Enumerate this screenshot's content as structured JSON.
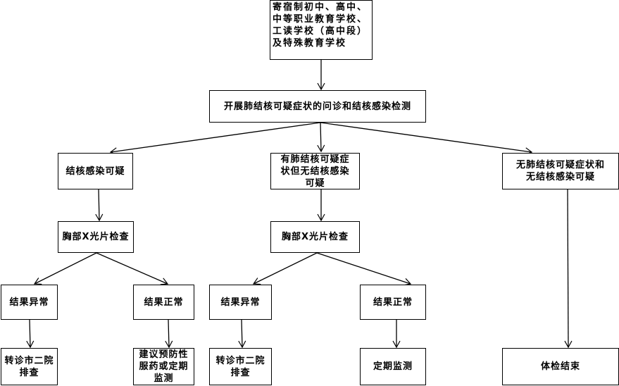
{
  "flowchart": {
    "nodes": {
      "start": "寄宿制初中、高中、中等职业教育学校、工读学校（高中段）及特殊教育学校",
      "screening": "开展肺结核可疑症状的问诊和结核感染检测",
      "branch_infection": "结核感染可疑",
      "branch_symptom": "有肺结核可疑症状但无结核感染可疑",
      "branch_none": "无肺结核可疑症状和无结核感染可疑",
      "xray_left": "胸部X光片检查",
      "xray_mid": "胸部X光片检查",
      "abnormal_left": "结果异常",
      "normal_left": "结果正常",
      "abnormal_mid": "结果异常",
      "normal_mid": "结果正常",
      "referral_left": "转诊市二院排查",
      "prevent_left": "建议预防性服药或定期监测",
      "referral_mid": "转诊市二院排查",
      "monitor_mid": "定期监测",
      "end": "体检结束"
    },
    "edges": [
      [
        "start",
        "screening"
      ],
      [
        "screening",
        "branch_infection"
      ],
      [
        "screening",
        "branch_symptom"
      ],
      [
        "screening",
        "branch_none"
      ],
      [
        "branch_infection",
        "xray_left"
      ],
      [
        "branch_symptom",
        "xray_mid"
      ],
      [
        "branch_none",
        "end"
      ],
      [
        "xray_left",
        "abnormal_left"
      ],
      [
        "xray_left",
        "normal_left"
      ],
      [
        "xray_mid",
        "abnormal_mid"
      ],
      [
        "xray_mid",
        "normal_mid"
      ],
      [
        "abnormal_left",
        "referral_left"
      ],
      [
        "normal_left",
        "prevent_left"
      ],
      [
        "abnormal_mid",
        "referral_mid"
      ],
      [
        "normal_mid",
        "monitor_mid"
      ]
    ]
  }
}
